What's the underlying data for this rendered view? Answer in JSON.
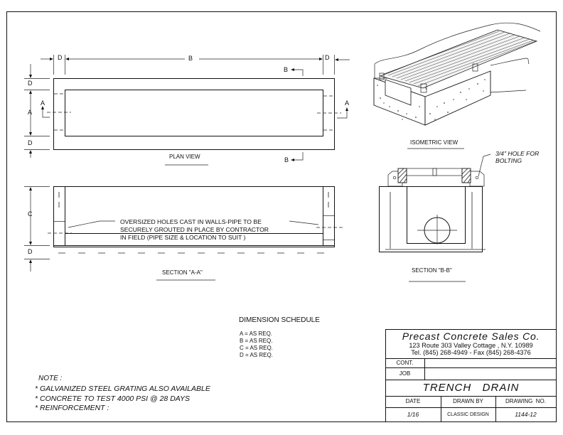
{
  "drawing": {
    "plan_view": {
      "title": "PLAN VIEW",
      "dims": {
        "top_left": "D",
        "top_center": "B",
        "top_right": "D",
        "left_top": "D",
        "left_mid": "A",
        "left_bottom": "D"
      },
      "section_marks": {
        "left": "A",
        "right": "A",
        "top": "B",
        "bottom": "B"
      }
    },
    "section_aa": {
      "title": "SECTION \"A-A\"",
      "dims": {
        "upper": "C",
        "lower": "D"
      },
      "callout": [
        "OVERSIZED HOLES CAST IN WALLS-PIPE TO BE",
        "SECURELY GROUTED IN PLACE BY CONTRACTOR",
        "IN FIELD (PIPE SIZE & LOCATION TO SUIT )"
      ]
    },
    "isometric_view": {
      "title": "ISOMETRIC VIEW"
    },
    "section_bb": {
      "title": "SECTION \"B-B\"",
      "callout": [
        "3/4\" HOLE FOR",
        "BOLTING"
      ]
    }
  },
  "dimension_schedule": {
    "title": "DIMENSION SCHEDULE",
    "rows": [
      "A = AS REQ.",
      "B = AS REQ.",
      "C = AS REQ.",
      "D = AS REQ."
    ]
  },
  "notes": {
    "title": "NOTE :",
    "items": [
      "* GALVANIZED STEEL GRATING ALSO AVAILABLE",
      "* CONCRETE TO TEST 4000 PSI @ 28 DAYS",
      "* REINFORCEMENT :"
    ]
  },
  "title_block": {
    "company": "Precast Concrete Sales Co.",
    "address": "123 Route 303 Valley Cottage , N.Y. 10989",
    "phone": "Tel. (845) 268-4949 - Fax (845) 268-4376",
    "cont_label": "CONT.",
    "cont_value": "",
    "job_label": "JOB",
    "job_value": "",
    "drawing_title": "TRENCH   DRAIN",
    "headers": {
      "date": "DATE",
      "drawn_by": "DRAWN BY",
      "drawing_no": "DRAWING  NO."
    },
    "values": {
      "date": "1/16",
      "drawn_by": "CLASSIC DESIGN",
      "drawing_no": "1144-12"
    }
  }
}
